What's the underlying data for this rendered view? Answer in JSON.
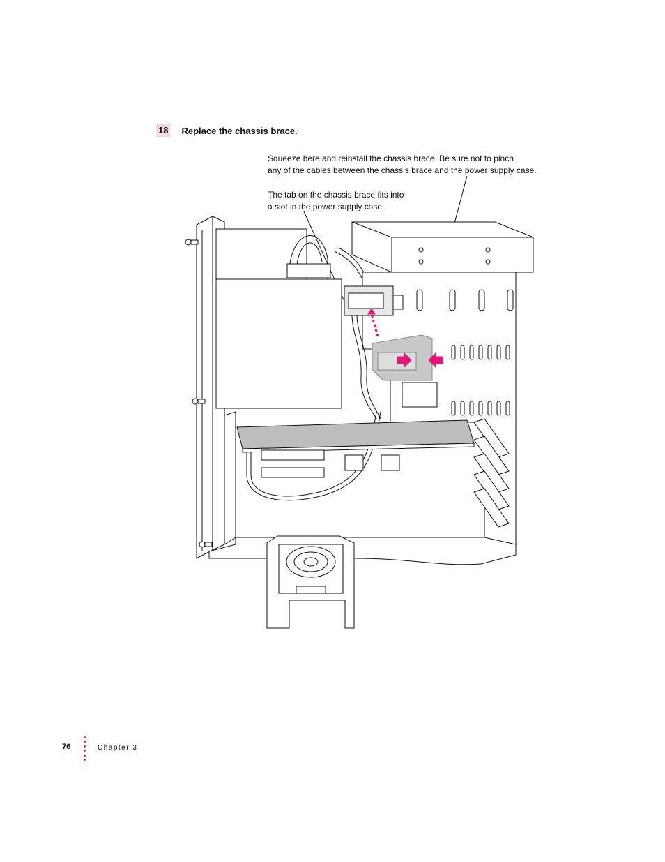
{
  "step": {
    "number": "18",
    "title": "Replace the chassis brace."
  },
  "callouts": {
    "squeeze_line1": "Squeeze here and reinstall the chassis brace. Be sure not to pinch",
    "squeeze_line2": "any of the cables between the chassis brace and the power supply case.",
    "tab_line1": "The tab on the chassis brace fits into",
    "tab_line2": "a slot in the power supply case."
  },
  "footer": {
    "page_number": "76",
    "chapter": "Chapter 3"
  },
  "colors": {
    "accent": "#e0187a",
    "step_highlight": "#f6d8e4",
    "brace_fill": "#c8c8c8"
  }
}
